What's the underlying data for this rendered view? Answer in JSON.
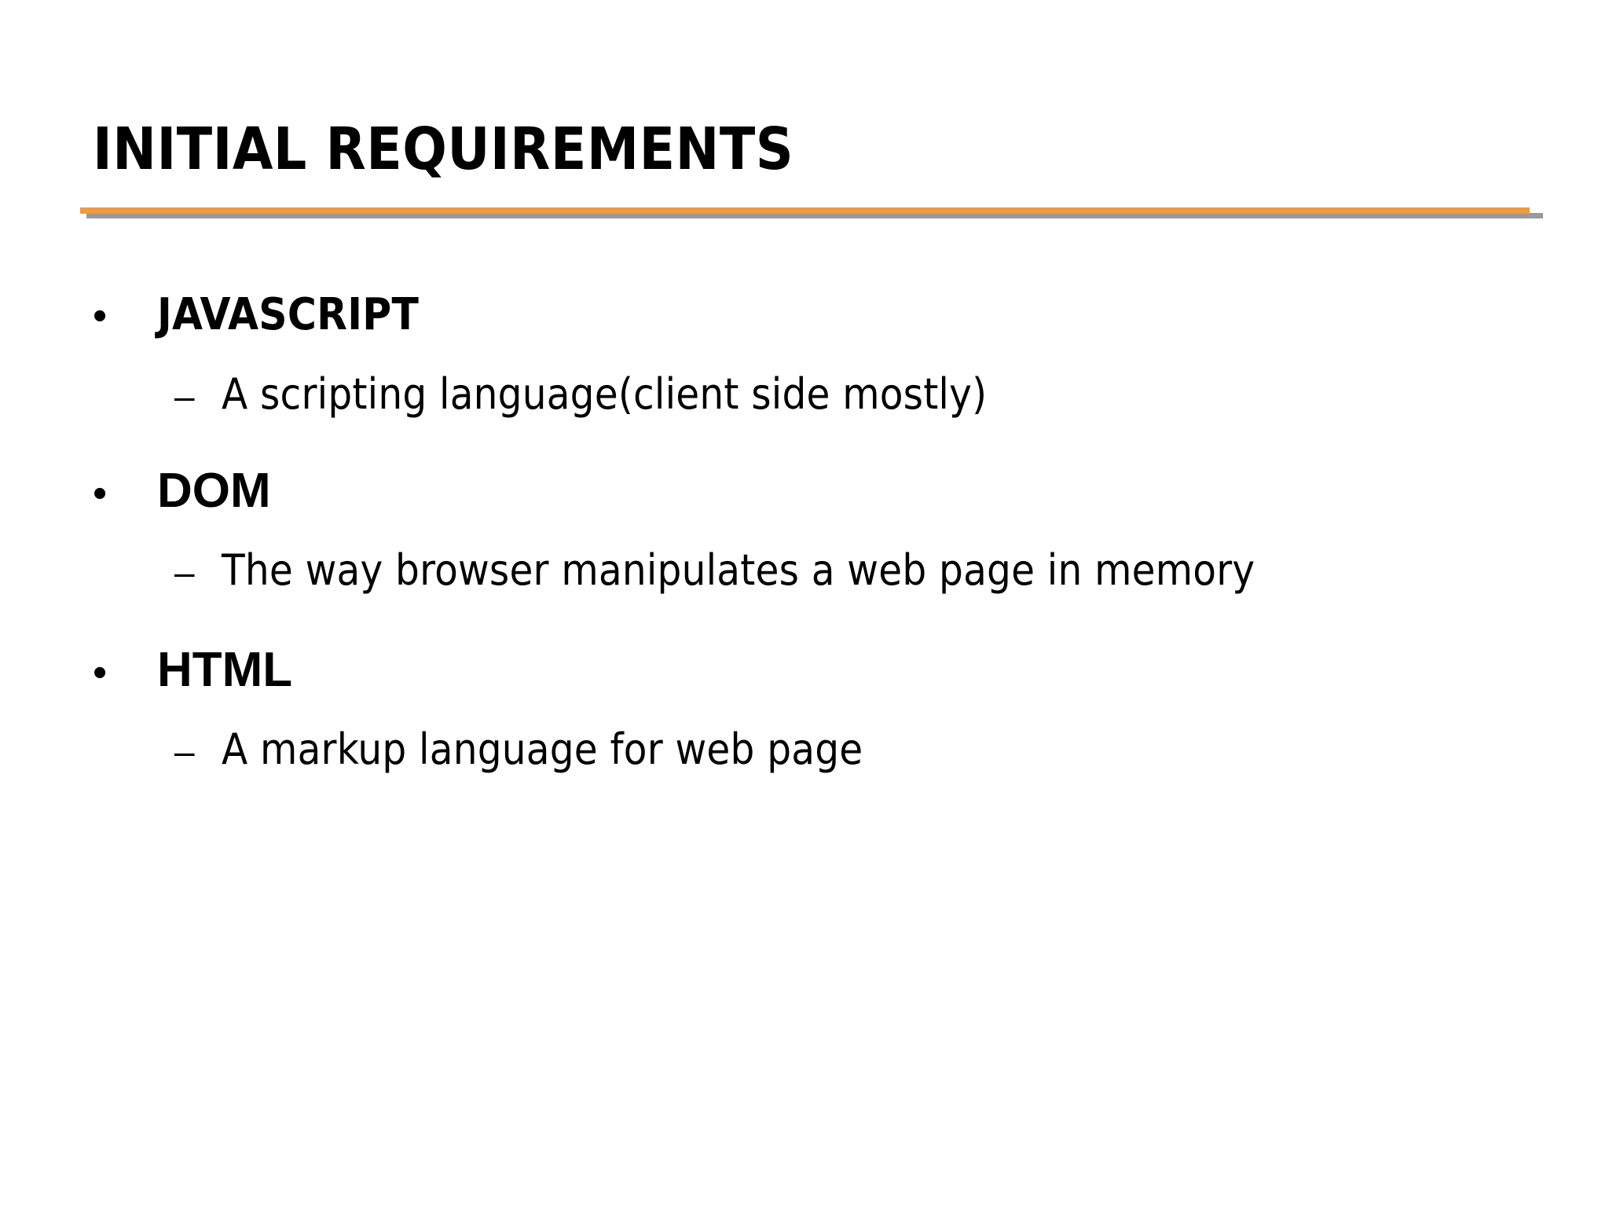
{
  "slide": {
    "title": "INITIAL REQUIREMENTS",
    "accent_color": "#F0993F",
    "shadow_color": "#9A9A9C",
    "background_color": "#FFFFFF",
    "text_color": "#000000",
    "bullet_marker": "•",
    "sub_bullet_marker": "–",
    "items": [
      {
        "label": "JAVASCRIPT",
        "sub": "A scripting language(client side mostly)"
      },
      {
        "label": "DOM",
        "sub": "The way browser manipulates a web page in memory"
      },
      {
        "label": "HTML",
        "sub": "A markup language for web page"
      }
    ]
  }
}
